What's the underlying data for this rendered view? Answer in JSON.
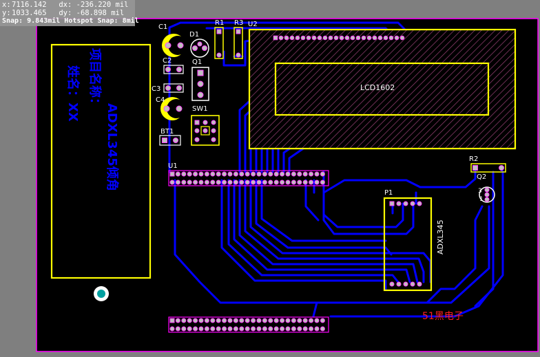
{
  "hud": {
    "x_label": "x:",
    "x_value": "7116.142",
    "dx_label": "dx:",
    "dx_value": "-236.220 mil",
    "y_label": "y:",
    "y_value": "1033.465",
    "dy_label": "dy:",
    "dy_value": "-68.898  mil",
    "snap_text": "Snap: 9.843mil Hotspot Snap: 8mil"
  },
  "designators": {
    "c1": "C1",
    "d1": "D1",
    "r1": "R1",
    "r3": "R3",
    "u2": "U2",
    "c2": "C2",
    "q1": "Q1",
    "c3": "C3",
    "c4": "C4",
    "sw1": "SW1",
    "bt1": "BT1",
    "u1": "U1",
    "r2": "R2",
    "q2": "Q2",
    "p1": "P1"
  },
  "labels": {
    "lcd": "LCD1602",
    "adxl_module": "ADXL345",
    "watermark": "51黑电子",
    "silk_line1": "ADXL345倾角",
    "silk_line2": "项目名称：",
    "silk_line3": "姓名：XX",
    "q2_pin3": "3",
    "q2_pin1": "1"
  },
  "colors": {
    "board": "#000000",
    "outline": "#ff00ff",
    "copper": "#0000ff",
    "silk": "#ffff00",
    "pad": "#c0c0c0",
    "pad_ring": "#ff40ff",
    "mount_hole": "#00a0a0",
    "watermark": "#ff2020"
  }
}
